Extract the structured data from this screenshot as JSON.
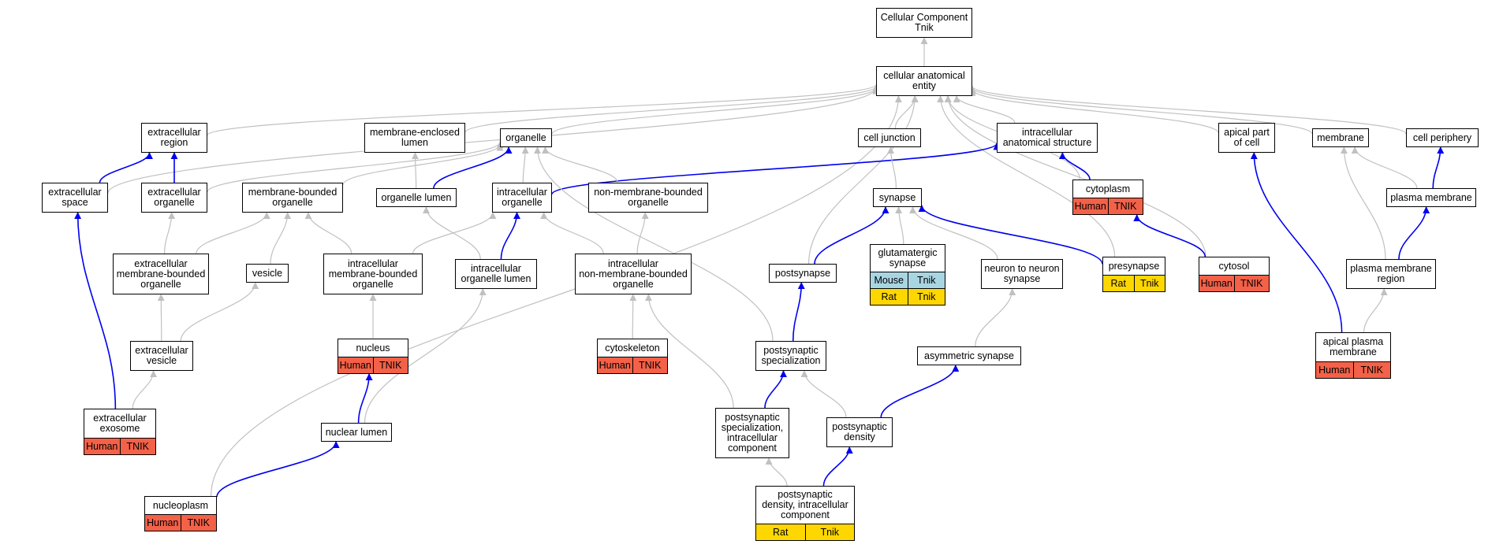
{
  "colors": {
    "is_a_edge": "#c0c0c0",
    "part_of_edge": "#0000ee",
    "human": "#f36148",
    "mouse": "#a8d5e2",
    "rat": "#ffd700"
  },
  "nodes": {
    "root": {
      "label": "Cellular Component\nTnik"
    },
    "cae": {
      "label": "cellular anatomical\nentity"
    },
    "extreg": {
      "label": "extracellular\nregion"
    },
    "mel": {
      "label": "membrane-enclosed\nlumen"
    },
    "organelle": {
      "label": "organelle"
    },
    "celljunction": {
      "label": "cell junction"
    },
    "ias": {
      "label": "intracellular\nanatomical structure"
    },
    "apical": {
      "label": "apical part\nof cell"
    },
    "membrane": {
      "label": "membrane"
    },
    "cellperiph": {
      "label": "cell periphery"
    },
    "extspace": {
      "label": "extracellular\nspace"
    },
    "extorg": {
      "label": "extracellular\norganelle"
    },
    "mbo": {
      "label": "membrane-bounded\norganelle"
    },
    "orglumen": {
      "label": "organelle lumen"
    },
    "intorg": {
      "label": "intracellular\norganelle"
    },
    "nmbo": {
      "label": "non-membrane-bounded\norganelle"
    },
    "synapse": {
      "label": "synapse"
    },
    "cytoplasm": {
      "label": "cytoplasm",
      "tags": [
        {
          "text": "Human",
          "kind": "human"
        },
        {
          "text": "TNIK",
          "kind": "human"
        }
      ]
    },
    "plasmamem": {
      "label": "plasma membrane"
    },
    "extmbo": {
      "label": "extracellular\nmembrane-bounded\norganelle"
    },
    "vesicle": {
      "label": "vesicle"
    },
    "intmbo": {
      "label": "intracellular\nmembrane-bounded\norganelle"
    },
    "intorglumen": {
      "label": "intracellular\norganelle lumen"
    },
    "intnmbo": {
      "label": "intracellular\nnon-membrane-bounded\norganelle"
    },
    "postsynapse": {
      "label": "postsynapse"
    },
    "glusyn": {
      "label": "glutamatergic\nsynapse",
      "tags": [
        {
          "text": "Mouse",
          "kind": "mouse"
        },
        {
          "text": "Tnik",
          "kind": "mouse"
        }
      ],
      "tags2": [
        {
          "text": "Rat",
          "kind": "rat"
        },
        {
          "text": "Tnik",
          "kind": "rat"
        }
      ]
    },
    "n2n": {
      "label": "neuron to neuron\nsynapse"
    },
    "presynapse": {
      "label": "presynapse",
      "tags": [
        {
          "text": "Rat",
          "kind": "rat"
        },
        {
          "text": "Tnik",
          "kind": "rat"
        }
      ]
    },
    "cytosol": {
      "label": "cytosol",
      "tags": [
        {
          "text": "Human",
          "kind": "human"
        },
        {
          "text": "TNIK",
          "kind": "human"
        }
      ]
    },
    "pmregion": {
      "label": "plasma membrane\nregion"
    },
    "extves": {
      "label": "extracellular\nvesicle"
    },
    "nucleus": {
      "label": "nucleus",
      "tags": [
        {
          "text": "Human",
          "kind": "human"
        },
        {
          "text": "TNIK",
          "kind": "human"
        }
      ]
    },
    "cytoskeleton": {
      "label": "cytoskeleton",
      "tags": [
        {
          "text": "Human",
          "kind": "human"
        },
        {
          "text": "TNIK",
          "kind": "human"
        }
      ]
    },
    "pss": {
      "label": "postsynaptic\nspecialization"
    },
    "asymsyn": {
      "label": "asymmetric synapse"
    },
    "apm": {
      "label": "apical plasma\nmembrane",
      "tags": [
        {
          "text": "Human",
          "kind": "human"
        },
        {
          "text": "TNIK",
          "kind": "human"
        }
      ]
    },
    "exosome": {
      "label": "extracellular\nexosome",
      "tags": [
        {
          "text": "Human",
          "kind": "human"
        },
        {
          "text": "TNIK",
          "kind": "human"
        }
      ]
    },
    "nuclumen": {
      "label": "nuclear lumen"
    },
    "pssic": {
      "label": "postsynaptic\nspecialization,\nintracellular\ncomponent"
    },
    "psd": {
      "label": "postsynaptic\ndensity"
    },
    "nucleoplasm": {
      "label": "nucleoplasm",
      "tags": [
        {
          "text": "Human",
          "kind": "human"
        },
        {
          "text": "TNIK",
          "kind": "human"
        }
      ]
    },
    "psdic": {
      "label": "postsynaptic\ndensity, intracellular\ncomponent",
      "tags": [
        {
          "text": "Rat",
          "kind": "rat"
        },
        {
          "text": "Tnik",
          "kind": "rat"
        }
      ]
    }
  },
  "edges": [
    {
      "from": "cae",
      "to": "root",
      "type": "is_a"
    },
    {
      "from": "extreg",
      "to": "cae",
      "type": "is_a"
    },
    {
      "from": "mel",
      "to": "cae",
      "type": "is_a"
    },
    {
      "from": "organelle",
      "to": "cae",
      "type": "is_a"
    },
    {
      "from": "celljunction",
      "to": "cae",
      "type": "is_a"
    },
    {
      "from": "ias",
      "to": "cae",
      "type": "is_a"
    },
    {
      "from": "apical",
      "to": "cae",
      "type": "is_a"
    },
    {
      "from": "membrane",
      "to": "cae",
      "type": "is_a"
    },
    {
      "from": "cellperiph",
      "to": "cae",
      "type": "is_a"
    },
    {
      "from": "extspace",
      "to": "cae",
      "type": "is_a"
    },
    {
      "from": "cytoplasm",
      "to": "cae",
      "type": "is_a"
    },
    {
      "from": "cytosol",
      "to": "cae",
      "type": "is_a"
    },
    {
      "from": "postsynapse",
      "to": "cae",
      "type": "is_a"
    },
    {
      "from": "presynapse",
      "to": "cae",
      "type": "is_a"
    },
    {
      "from": "nucleoplasm",
      "to": "cae",
      "type": "is_a"
    },
    {
      "from": "extspace",
      "to": "extreg",
      "type": "part_of"
    },
    {
      "from": "extorg",
      "to": "extreg",
      "type": "part_of"
    },
    {
      "from": "extorg",
      "to": "organelle",
      "type": "is_a"
    },
    {
      "from": "mbo",
      "to": "organelle",
      "type": "is_a"
    },
    {
      "from": "orglumen",
      "to": "mel",
      "type": "is_a"
    },
    {
      "from": "orglumen",
      "to": "organelle",
      "type": "part_of"
    },
    {
      "from": "intorg",
      "to": "organelle",
      "type": "is_a"
    },
    {
      "from": "intorg",
      "to": "ias",
      "type": "part_of"
    },
    {
      "from": "nmbo",
      "to": "organelle",
      "type": "is_a"
    },
    {
      "from": "pss",
      "to": "organelle",
      "type": "is_a"
    },
    {
      "from": "synapse",
      "to": "celljunction",
      "type": "is_a"
    },
    {
      "from": "cytoplasm",
      "to": "ias",
      "type": "part_of"
    },
    {
      "from": "plasmamem",
      "to": "membrane",
      "type": "is_a"
    },
    {
      "from": "plasmamem",
      "to": "cellperiph",
      "type": "part_of"
    },
    {
      "from": "extmbo",
      "to": "extorg",
      "type": "is_a"
    },
    {
      "from": "extmbo",
      "to": "mbo",
      "type": "is_a"
    },
    {
      "from": "vesicle",
      "to": "mbo",
      "type": "is_a"
    },
    {
      "from": "intmbo",
      "to": "mbo",
      "type": "is_a"
    },
    {
      "from": "intmbo",
      "to": "intorg",
      "type": "is_a"
    },
    {
      "from": "intorglumen",
      "to": "orglumen",
      "type": "is_a"
    },
    {
      "from": "intorglumen",
      "to": "intorg",
      "type": "part_of"
    },
    {
      "from": "intnmbo",
      "to": "intorg",
      "type": "is_a"
    },
    {
      "from": "intnmbo",
      "to": "nmbo",
      "type": "is_a"
    },
    {
      "from": "postsynapse",
      "to": "synapse",
      "type": "part_of"
    },
    {
      "from": "glusyn",
      "to": "synapse",
      "type": "is_a"
    },
    {
      "from": "n2n",
      "to": "synapse",
      "type": "is_a"
    },
    {
      "from": "presynapse",
      "to": "synapse",
      "type": "part_of"
    },
    {
      "from": "cytosol",
      "to": "cytoplasm",
      "type": "part_of"
    },
    {
      "from": "pmregion",
      "to": "membrane",
      "type": "is_a"
    },
    {
      "from": "pmregion",
      "to": "plasmamem",
      "type": "part_of"
    },
    {
      "from": "extves",
      "to": "extmbo",
      "type": "is_a"
    },
    {
      "from": "extves",
      "to": "vesicle",
      "type": "is_a"
    },
    {
      "from": "nucleus",
      "to": "intmbo",
      "type": "is_a"
    },
    {
      "from": "cytoskeleton",
      "to": "intnmbo",
      "type": "is_a"
    },
    {
      "from": "pss",
      "to": "postsynapse",
      "type": "part_of"
    },
    {
      "from": "asymsyn",
      "to": "n2n",
      "type": "is_a"
    },
    {
      "from": "apm",
      "to": "apical",
      "type": "part_of"
    },
    {
      "from": "apm",
      "to": "pmregion",
      "type": "is_a"
    },
    {
      "from": "exosome",
      "to": "extves",
      "type": "is_a"
    },
    {
      "from": "exosome",
      "to": "extspace",
      "type": "part_of"
    },
    {
      "from": "nuclumen",
      "to": "nucleus",
      "type": "part_of"
    },
    {
      "from": "nuclumen",
      "to": "intorglumen",
      "type": "is_a"
    },
    {
      "from": "pssic",
      "to": "pss",
      "type": "part_of"
    },
    {
      "from": "pssic",
      "to": "intnmbo",
      "type": "is_a"
    },
    {
      "from": "psd",
      "to": "pss",
      "type": "is_a"
    },
    {
      "from": "psd",
      "to": "asymsyn",
      "type": "part_of"
    },
    {
      "from": "nucleoplasm",
      "to": "nuclumen",
      "type": "part_of"
    },
    {
      "from": "psdic",
      "to": "pssic",
      "type": "is_a"
    },
    {
      "from": "psdic",
      "to": "psd",
      "type": "part_of"
    }
  ]
}
